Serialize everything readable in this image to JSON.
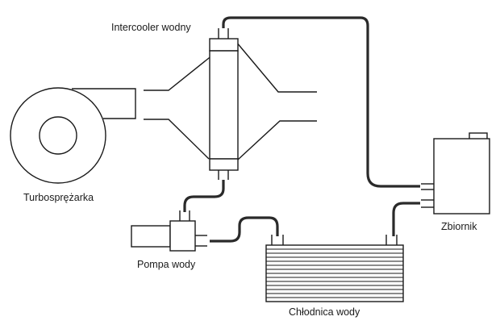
{
  "diagram": {
    "title": "Schemat wodnego intercoolera",
    "labels": {
      "intercooler": "Intercooler wodny",
      "turbo": "Turbosprężarka",
      "pump": "Pompa wody",
      "radiator": "Chłodnica wody",
      "tank": "Zbiornik"
    },
    "components": [
      {
        "id": "turbo",
        "name": "Turbosprężarka"
      },
      {
        "id": "intercooler",
        "name": "Intercooler wodny"
      },
      {
        "id": "pump",
        "name": "Pompa wody"
      },
      {
        "id": "radiator",
        "name": "Chłodnica wody"
      },
      {
        "id": "tank",
        "name": "Zbiornik"
      }
    ],
    "connections": [
      {
        "from": "intercooler",
        "to": "tank",
        "type": "water-pipe"
      },
      {
        "from": "intercooler",
        "to": "pump",
        "type": "water-pipe"
      },
      {
        "from": "pump",
        "to": "radiator",
        "type": "water-pipe"
      },
      {
        "from": "radiator",
        "to": "tank",
        "type": "water-pipe"
      },
      {
        "from": "turbo",
        "to": "intercooler",
        "type": "air-duct"
      }
    ],
    "colors": {
      "line": "#1a1a1a",
      "pipe": "#2a2a2a",
      "background": "#ffffff"
    }
  }
}
